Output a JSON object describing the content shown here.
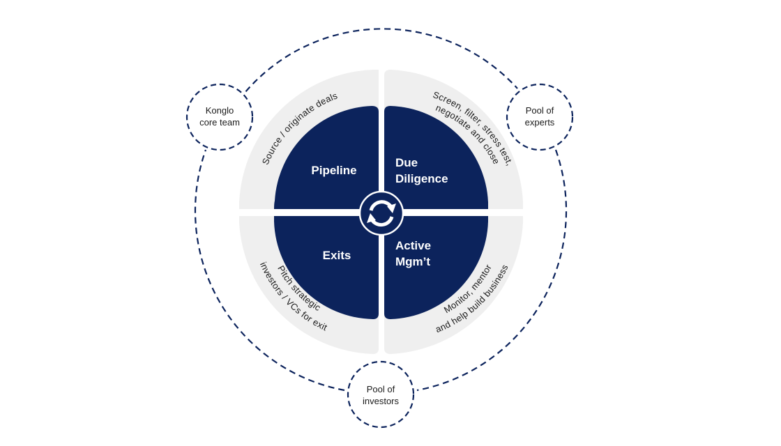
{
  "colors": {
    "navy": "#0c235c",
    "light_gray": "#efefef",
    "dash": "#0c235c",
    "white": "#ffffff",
    "text_dark": "#1a1a1a"
  },
  "center_icon": "refresh-cycle-icon",
  "quadrants": [
    {
      "id": "pipeline",
      "position": "top-left",
      "title_lines": [
        "Pipeline"
      ],
      "outer_lines": [
        "Source / originate deals"
      ]
    },
    {
      "id": "due-diligence",
      "position": "top-right",
      "title_lines": [
        "Due",
        "Diligence"
      ],
      "outer_lines": [
        "Screen, filter, stress test,",
        "negotiate and close"
      ]
    },
    {
      "id": "active-mgmt",
      "position": "bottom-right",
      "title_lines": [
        "Active",
        "Mgm’t"
      ],
      "outer_lines": [
        "Monitor, mentor",
        "and help build business"
      ]
    },
    {
      "id": "exits",
      "position": "bottom-left",
      "title_lines": [
        "Exits"
      ],
      "outer_lines": [
        "Pitch strategic",
        "investors / VCs for exit"
      ]
    }
  ],
  "satellites": [
    {
      "id": "konglo-core-team",
      "position": "top-left",
      "lines": [
        "Konglo",
        "core team"
      ]
    },
    {
      "id": "pool-of-experts",
      "position": "top-right",
      "lines": [
        "Pool of",
        "experts"
      ]
    },
    {
      "id": "pool-of-investors",
      "position": "bottom",
      "lines": [
        "Pool of",
        "investors"
      ]
    }
  ]
}
